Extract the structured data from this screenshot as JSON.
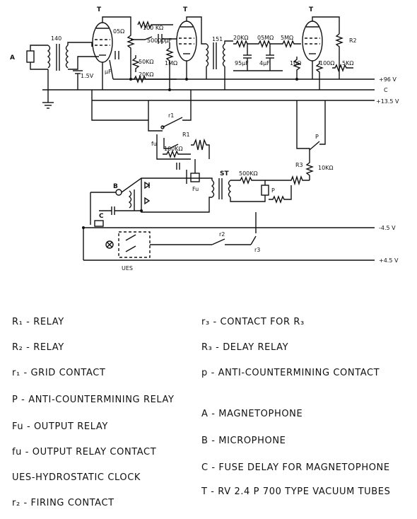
{
  "schematic": {
    "labels": {
      "tube1": "T",
      "tube2": "T",
      "tube3": "T",
      "a": "A",
      "r140": "140",
      "v15": "1.5V",
      "r05": "05Ω",
      "c_uf": "µF",
      "r100k": "100 KΩ",
      "c50000": "50000µF",
      "r50k": "50KΩ",
      "r20k_a": "20KΩ",
      "r1m": "1MΩ",
      "r151": "151",
      "r20k_b": "20KΩ",
      "r05m": "05MΩ",
      "r5m": "5MΩ",
      "c95": "95µF",
      "c4": "4µF",
      "r10": "10Ω",
      "r2": "R2",
      "r100": "100Ω",
      "r5k": "5KΩ",
      "plus96": "+96 V",
      "c": "C",
      "plus135": "+13.5 V",
      "r1_contact": "r1",
      "fu_contact": "fu",
      "relay_r1": "R1",
      "r100k_b": "100KΩ",
      "b": "B",
      "st": "ST",
      "r500k": "500KΩ",
      "r3_relay": "R3",
      "r10k": "10KΩ",
      "p_top": "P",
      "fu_relay": "Fu",
      "p_relay": "P",
      "c_fuse": "C",
      "minus45": "-4.5 V",
      "r2_contact": "r2",
      "r3_contact": "r3",
      "plus45": "+4.5 V",
      "ues": "UES"
    }
  },
  "legend": {
    "left": [
      "R₁ - RELAY",
      "R₂ - RELAY",
      "r₁  - GRID CONTACT",
      "P   - ANTI-COUNTERMINING  RELAY",
      "Fu  - OUTPUT RELAY",
      "fu  - OUTPUT RELAY CONTACT",
      "UES-HYDROSTATIC CLOCK",
      "r₂  - FIRING CONTACT"
    ],
    "right": [
      "r₃ - CONTACT FOR R₃",
      "R₃ - DELAY RELAY",
      "p   - ANTI-COUNTERMINING  CONTACT",
      "A  - MAGNETOPHONE",
      "B  - MICROPHONE",
      "C  - FUSE DELAY FOR MAGNETOPHONE",
      "T - RV 2.4 P 700 TYPE VACUUM TUBES"
    ]
  }
}
